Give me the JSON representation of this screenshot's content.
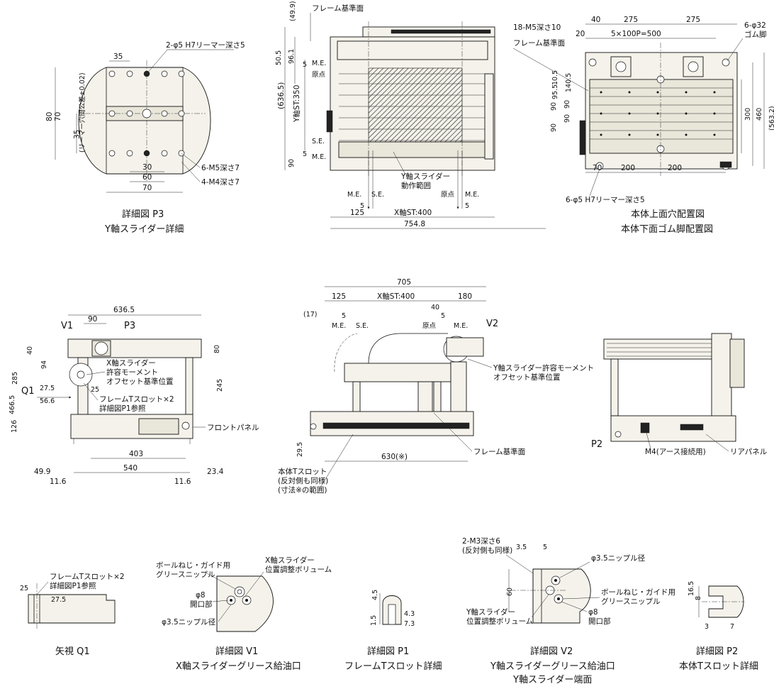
{
  "captions": {
    "p3_line1": "詳細図 P3",
    "p3_line2": "Y軸スライダー詳細",
    "holes_line1": "本体上面穴配置図",
    "holes_line2": "本体下面ゴム脚配置図",
    "q1": "矢視 Q1",
    "v1_line1": "詳細図 V1",
    "v1_line2": "X軸スライダーグリース給油口",
    "p1_line1": "詳細図 P1",
    "p1_line2": "フレームTスロット詳細",
    "v2_line1": "詳細図 V2",
    "v2_line2": "Y軸スライダーグリース給油口",
    "v2_line3": "Y軸スライダー端面",
    "p2_line1": "詳細図 P2",
    "p2_line2": "本体Tスロット詳細"
  },
  "p3": {
    "note_holes": "2-φ5 H7リーマー深さ5",
    "dim_top": "35",
    "dim_80": "80",
    "dim_70": "70",
    "tol_note": "(リーマー穴間公差±0.02)",
    "dim_35": "35",
    "dim_30": "30",
    "dim_60": "60",
    "dim_70b": "70",
    "note_m5": "6-M5深さ7",
    "note_m4": "4-M4深さ7"
  },
  "top_view": {
    "frame_ref": "フレーム基準面",
    "d499": "(49.9)",
    "d505": "50.5",
    "d961": "96.1",
    "me": "M.E.",
    "d5a": "5",
    "origin": "原点",
    "d6365": "(636.5)",
    "yst": "Y軸ST:350",
    "se": "S.E.",
    "d5b": "5",
    "me2": "M.E.",
    "d90": "90",
    "range1": "Y軸スライダー",
    "range2": "動作範囲",
    "me_b": "M.E.",
    "se_b": "S.E.",
    "origin_b": "原点",
    "me_c": "M.E.",
    "d5c": "5",
    "d5d": "5",
    "d125": "125",
    "xst": "X軸ST:400",
    "d7548": "754.8"
  },
  "hole_view": {
    "d40": "40",
    "d275a": "275",
    "d275b": "275",
    "tap": "18-M5深さ10",
    "d20": "20",
    "pitch": "5×100P=500",
    "foot1": "6-φ32",
    "foot2": "ゴム脚",
    "frame_ref": "フレーム基準面",
    "d105": "10.5",
    "d1405": "140.5",
    "d955": "95.5",
    "d90a": "90",
    "d90b": "90",
    "d90c": "90",
    "d90d": "90",
    "d300": "300",
    "d460": "460",
    "d5632": "(563.2)",
    "d70": "70",
    "d200a": "200",
    "d200b": "200",
    "ream": "6-φ5 H7リーマー深さ5"
  },
  "side_view": {
    "d6365": "636.5",
    "v1": "V1",
    "p3": "P3",
    "d90": "90",
    "d40": "40",
    "d94": "94",
    "d80": "80",
    "d285": "285",
    "d4665": "466.5",
    "q1": "Q1",
    "d275": "27.5",
    "d566": "56.6",
    "d25": "25",
    "d245": "245",
    "d126": "126",
    "moment1": "X軸スライダー",
    "moment2": "許容モーメント",
    "moment3": "オフセット基準位置",
    "tslot1": "フレームTスロット×2",
    "tslot2": "詳細図P1参照",
    "front": "フロントパネル",
    "d403": "403",
    "d540": "540",
    "d499": "49.9",
    "d116a": "11.6",
    "d116b": "11.6",
    "d234": "23.4"
  },
  "front_view": {
    "d705": "705",
    "d125": "125",
    "xst": "X軸ST:400",
    "d180": "180",
    "d17": "(17)",
    "d5a": "5",
    "me": "M.E.",
    "se": "S.E.",
    "d40": "40",
    "d5b": "5",
    "origin": "原点",
    "me2": "M.E.",
    "v2": "V2",
    "moment1": "Y軸スライダー許容モーメント",
    "moment2": "オフセット基準位置",
    "d295": "29.5",
    "d630": "630(※)",
    "frame_ref": "フレーム基準面",
    "slot1": "本体Tスロット",
    "slot2": "(反対側も同様)",
    "slot3": "(寸法※の範囲)"
  },
  "rear_view": {
    "p2": "P2",
    "earth": "M4(アース接続用)",
    "rear": "リアパネル"
  },
  "q1_view": {
    "tslot1": "フレームTスロット×2",
    "tslot2": "詳細図P1参照",
    "d25": "25",
    "d275": "27.5"
  },
  "v1_view": {
    "grease1": "ボールねじ・ガイド用",
    "grease2": "グリースニップル",
    "vol1": "X軸スライダー",
    "vol2": "位置調整ボリューム",
    "phi8": "φ8",
    "open": "開口部",
    "nipple": "φ3.5ニップル径"
  },
  "p1_view": {
    "d45": "4.5",
    "d15": "1.5",
    "d43": "4.3",
    "d73": "7.3"
  },
  "v2_view": {
    "tap1": "2-M3深さ6",
    "tap2": "(反対側も同様)",
    "d35": "3.5",
    "d5": "5",
    "d60": "60",
    "nipple": "φ3.5ニップル径",
    "grease1": "ボールねじ・ガイド用",
    "grease2": "グリースニップル",
    "vol1": "Y軸スライダー",
    "vol2": "位置調整ボリューム",
    "phi8": "φ8",
    "open": "開口部"
  },
  "p2_view": {
    "d165": "16.5",
    "d8": "8",
    "d3": "3",
    "d7": "7"
  }
}
